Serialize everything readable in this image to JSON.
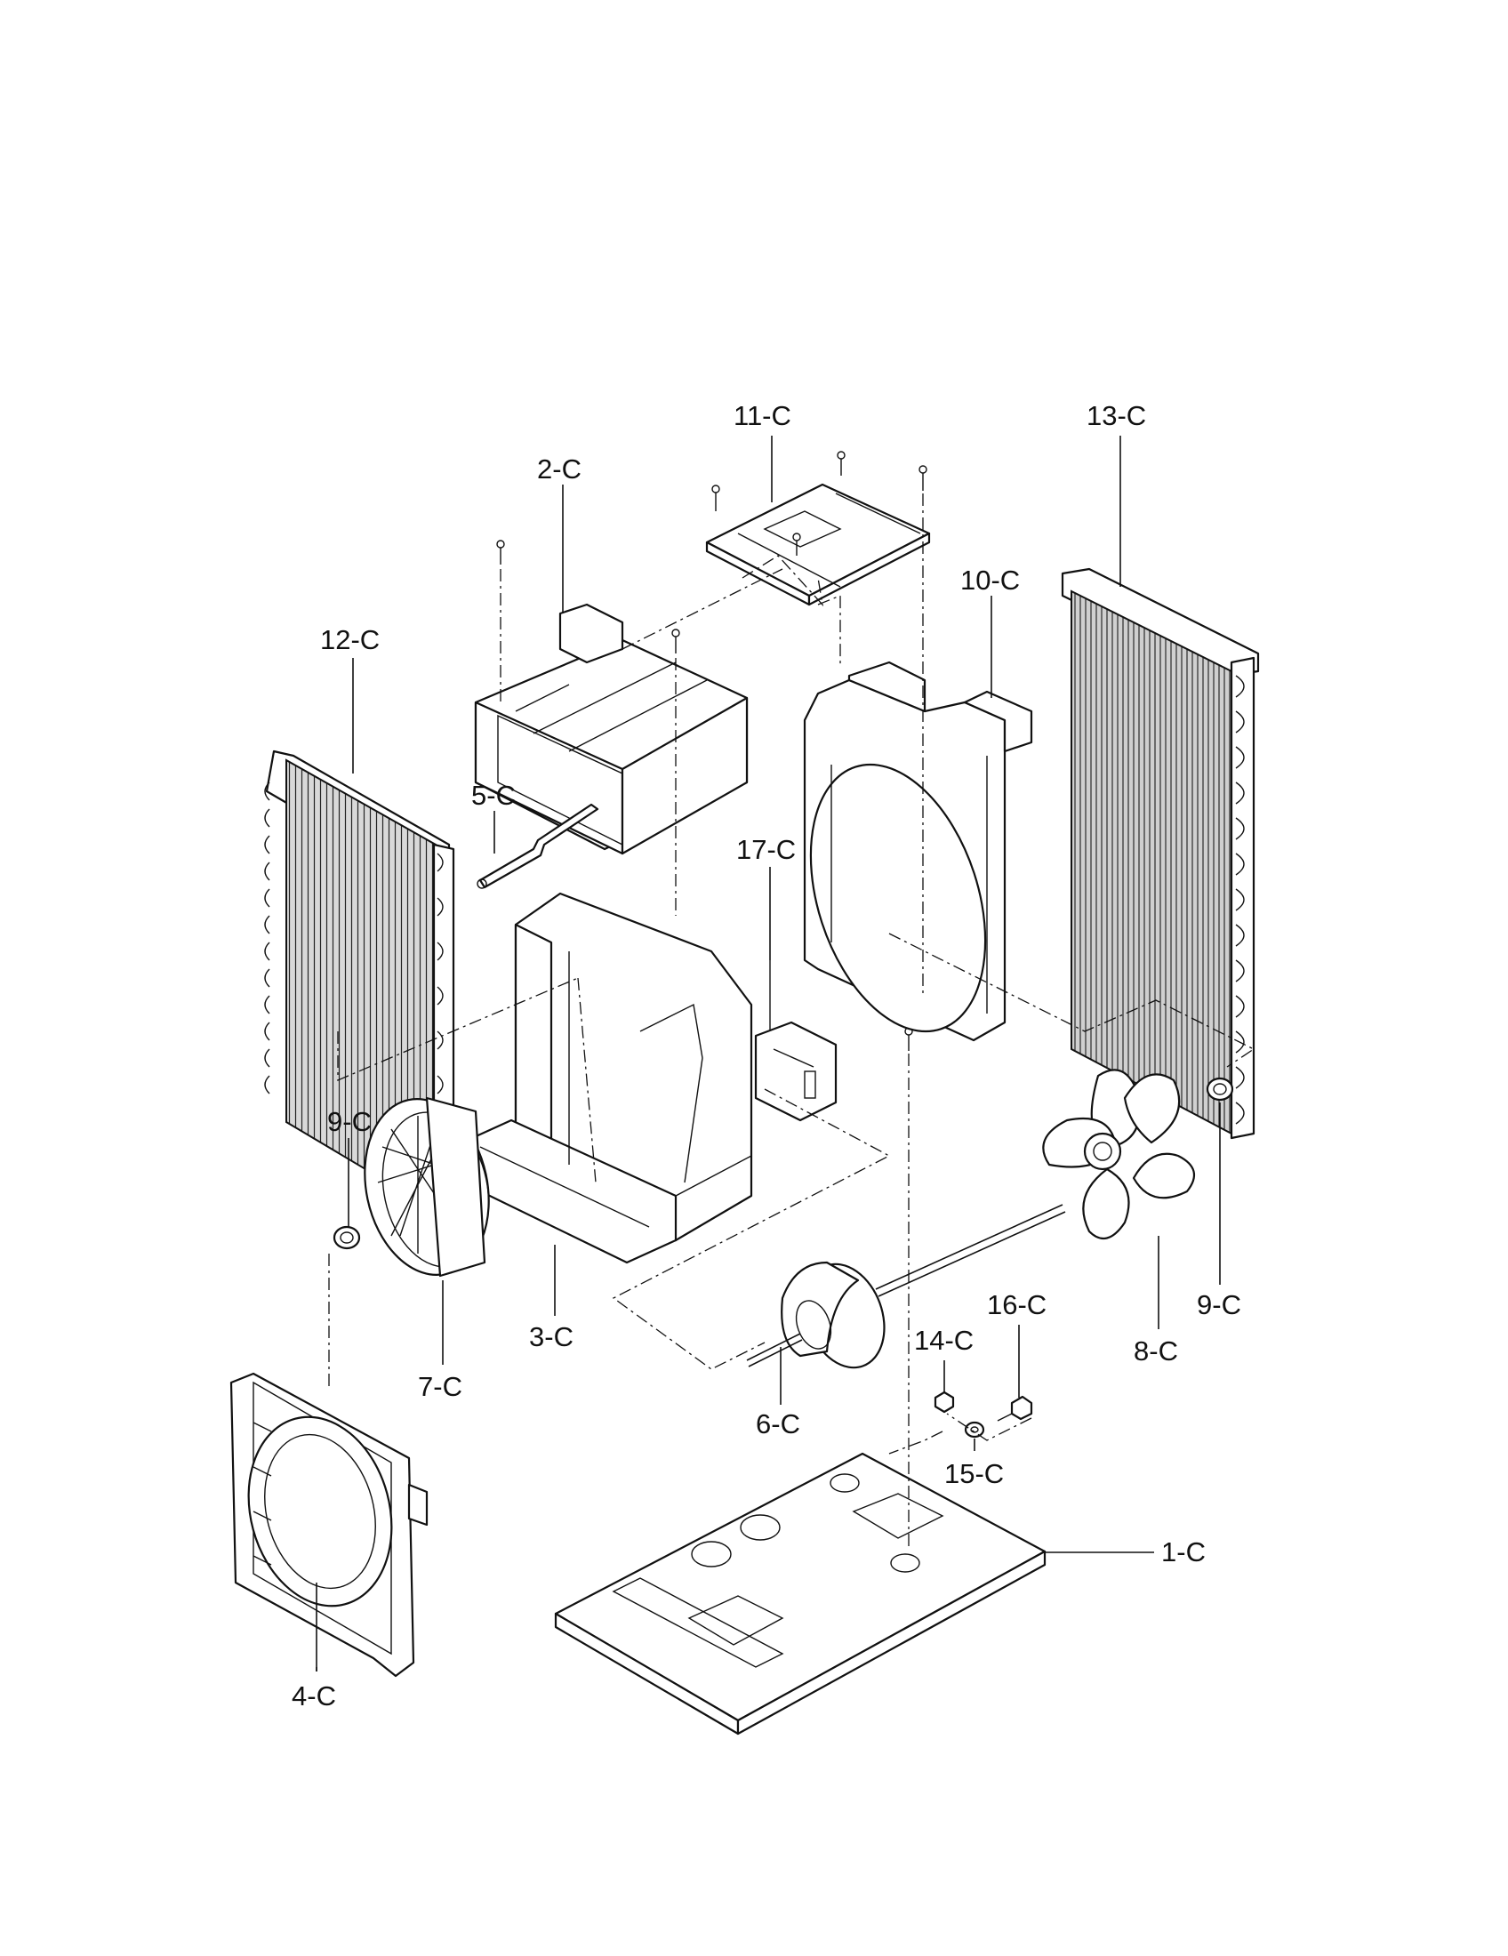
{
  "diagram": {
    "labels": {
      "p1": "1-C",
      "p2": "2-C",
      "p3": "3-C",
      "p4": "4-C",
      "p5": "5-C",
      "p6": "6-C",
      "p7": "7-C",
      "p8": "8-C",
      "p9a": "9-C",
      "p9b": "9-C",
      "p10": "10-C",
      "p11": "11-C",
      "p12": "12-C",
      "p13": "13-C",
      "p14": "14-C",
      "p15": "15-C",
      "p16": "16-C",
      "p17": "17-C"
    }
  }
}
